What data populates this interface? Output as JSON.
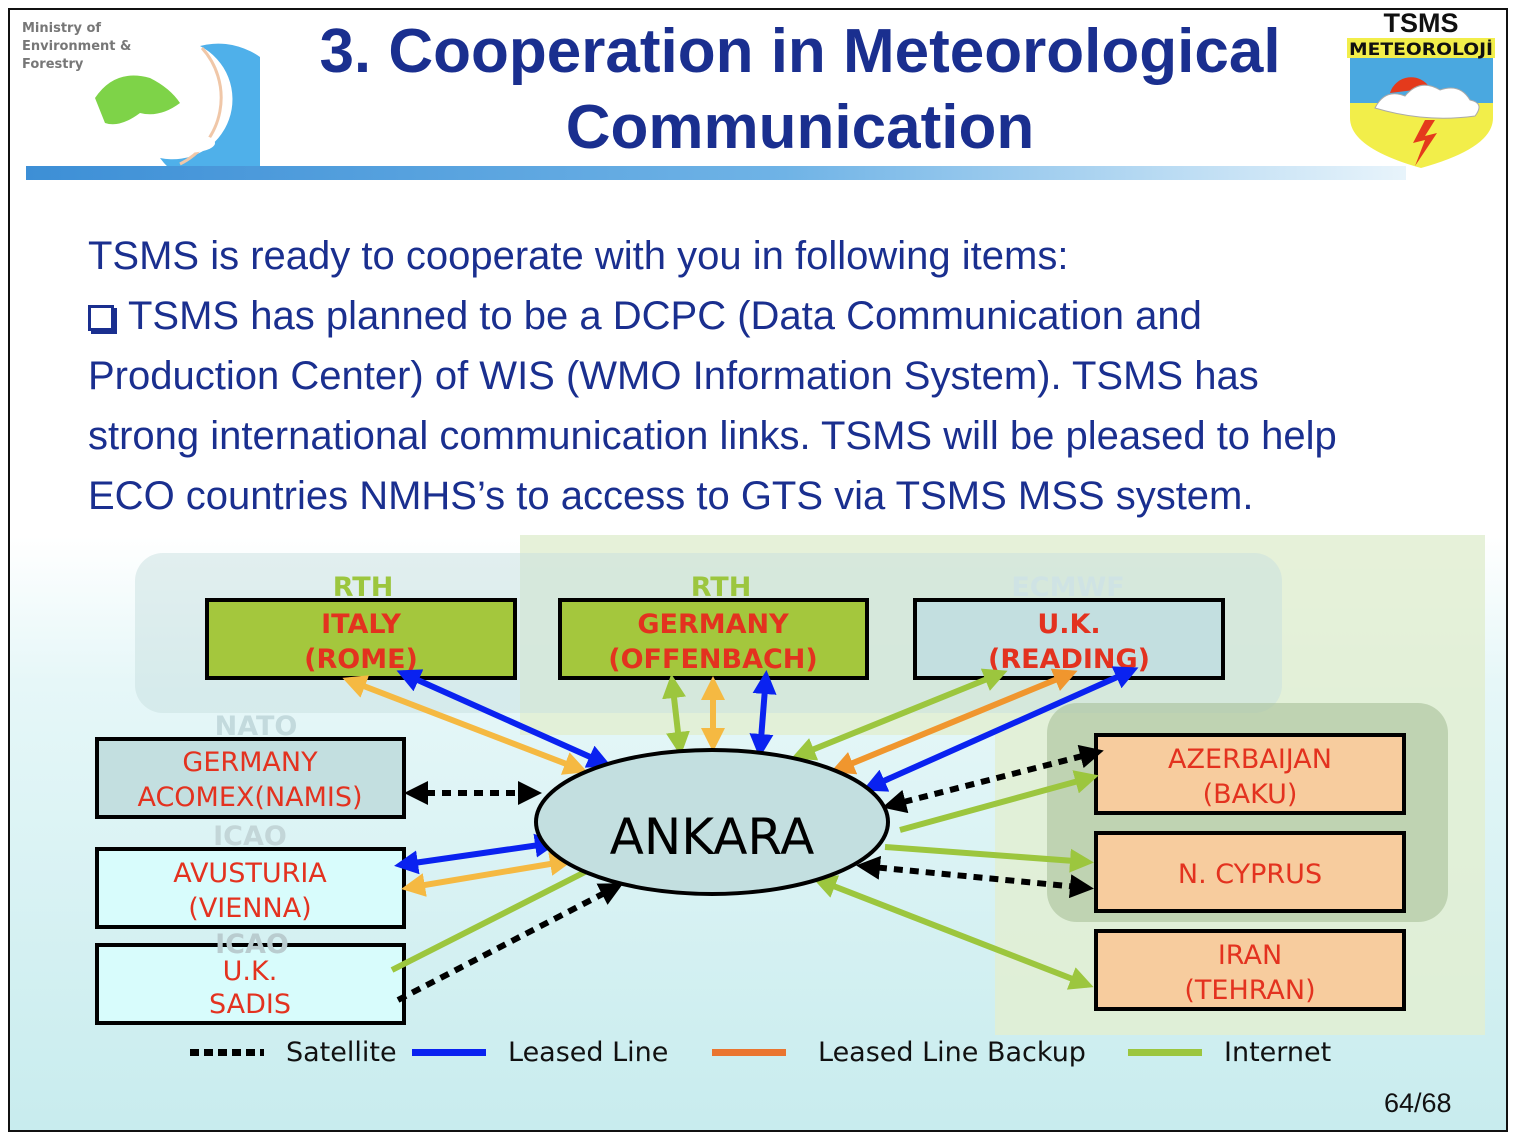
{
  "header": {
    "title_line1": "3. Cooperation in Meteorological",
    "title_line2": "Communication",
    "left_logo_text": [
      "Ministry of",
      "Environment &",
      "Forestry"
    ],
    "right_logo_text": [
      "TSMS",
      "METEOROLOJİ"
    ]
  },
  "body": {
    "intro": "TSMS is ready to cooperate with you in following items:",
    "bullet": "TSMS has planned to be a DCPC (Data Communication and Production Center) of WIS (WMO Information System). TSMS has strong international communication links.  TSMS will be pleased to help ECO countries NMHS’s to access to GTS via TSMS MSS system.",
    "bullet_lines": [
      "TSMS has planned to be a DCPC (Data Communication and",
      "Production Center) of WIS (WMO Information System). TSMS has",
      "strong international communication links.  TSMS will be pleased to help",
      "ECO countries NMHS’s to access to GTS via TSMS MSS system."
    ]
  },
  "diagram": {
    "center": "ANKARA",
    "group_labels": {
      "rth1": "RTH",
      "rth2": "RTH",
      "ecmwf": "ECMWF",
      "nato": "NATO",
      "icao1": "ICAO",
      "icao2": "ICAO"
    },
    "nodes": {
      "italy": [
        "ITALY",
        "(ROME)"
      ],
      "germany": [
        "GERMANY",
        "(OFFENBACH)"
      ],
      "uk_reading": [
        "U.K.",
        "(READING)"
      ],
      "germany_namis": [
        "GERMANY",
        "ACOMEX(NAMIS)"
      ],
      "austria": [
        "AVUSTURIA",
        "(VIENNA)"
      ],
      "uk_sadis": [
        "U.K.",
        "SADIS"
      ],
      "azerbaijan": [
        "AZERBAIJAN",
        "(BAKU)"
      ],
      "cyprus": [
        "N. CYPRUS"
      ],
      "iran": [
        "IRAN",
        "(TEHRAN)"
      ]
    },
    "legend": [
      {
        "label": "Satellite",
        "color": "#000000",
        "style": "dotted"
      },
      {
        "label": "Leased Line",
        "color": "#0a22f0",
        "style": "solid"
      },
      {
        "label": "Leased Line Backup",
        "color": "#ea7530",
        "style": "solid"
      },
      {
        "label": "Internet",
        "color": "#9cc63e",
        "style": "solid"
      }
    ],
    "colors": {
      "internet": "#9cc63e",
      "leased": "#0a22f0",
      "backup": "#f5b942",
      "backup_orange": "#f0962e",
      "satellite": "#000000",
      "node_text": "#e3321f"
    }
  },
  "footer": {
    "page": "64/68"
  }
}
